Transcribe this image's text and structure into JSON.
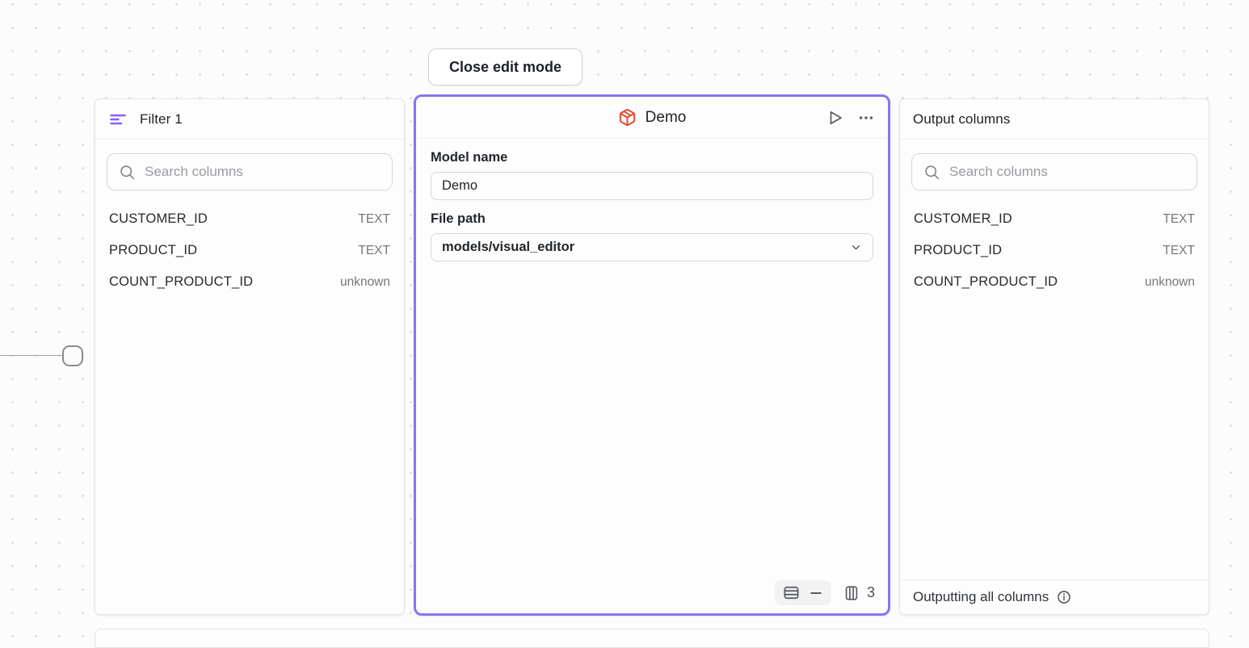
{
  "toolbar": {
    "close_button_label": "Close edit mode"
  },
  "filter_panel": {
    "title": "Filter 1",
    "search_placeholder": "Search columns",
    "columns": [
      {
        "name": "CUSTOMER_ID",
        "type": "TEXT"
      },
      {
        "name": "PRODUCT_ID",
        "type": "TEXT"
      },
      {
        "name": "COUNT_PRODUCT_ID",
        "type": "unknown"
      }
    ]
  },
  "model_panel": {
    "title": "Demo",
    "model_name_label": "Model name",
    "model_name_value": "Demo",
    "file_path_label": "File path",
    "file_path_value": "models/visual_editor",
    "column_count": "3"
  },
  "output_panel": {
    "title": "Output columns",
    "search_placeholder": "Search columns",
    "columns": [
      {
        "name": "CUSTOMER_ID",
        "type": "TEXT"
      },
      {
        "name": "PRODUCT_ID",
        "type": "TEXT"
      },
      {
        "name": "COUNT_PRODUCT_ID",
        "type": "unknown"
      }
    ],
    "footer_text": "Outputting all columns"
  },
  "colors": {
    "selected_border": "#8b74f0",
    "filter_icon": "#8b5cf6",
    "model_icon": "#e5472e",
    "icon_gray": "#55595e"
  }
}
